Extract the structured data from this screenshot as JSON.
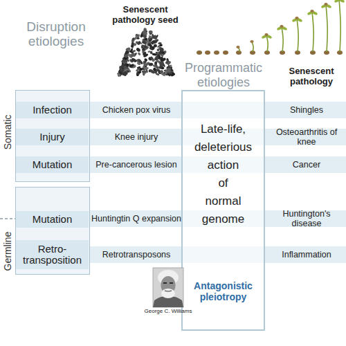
{
  "diagram": {
    "nodes": [
      {
        "text": [
          "Somatic"
        ]
      },
      {
        "text": [
          "Infection"
        ],
        "in": 0
      },
      {
        "text": [
          "Injury"
        ],
        "in": 0
      },
      {
        "text": [
          "Mutation"
        ],
        "in": 0
      },
      {
        "text": [
          "Germline"
        ]
      },
      {
        "text": [
          "Mutation"
        ],
        "in": 4
      },
      {
        "text": [
          "Retro- transposition"
        ],
        "in": 4
      },
      {
        "text": [
          "Late-life, deleterious action of normal genome",
          "Antagonistic pleiotropy"
        ]
      },
      {
        "text": [
          "Chicken pox virus",
          "Shingles"
        ]
      },
      {
        "text": [
          "Knee injury",
          "Osteoarthritis of knee"
        ]
      },
      {
        "text": [
          "Pre-cancerous lesion",
          "Cancer"
        ]
      },
      {
        "text": [
          "Huntingtin Q expansion",
          "Huntington's disease"
        ]
      },
      {
        "text": [
          "Retrotransposons",
          "Inflammation"
        ]
      }
    ],
    "labels": [
      "Senescent pathology seed",
      "Disruption etiologies",
      "Programmatic etiologies",
      "Senescent pathology",
      "George C. Williams"
    ]
  }
}
